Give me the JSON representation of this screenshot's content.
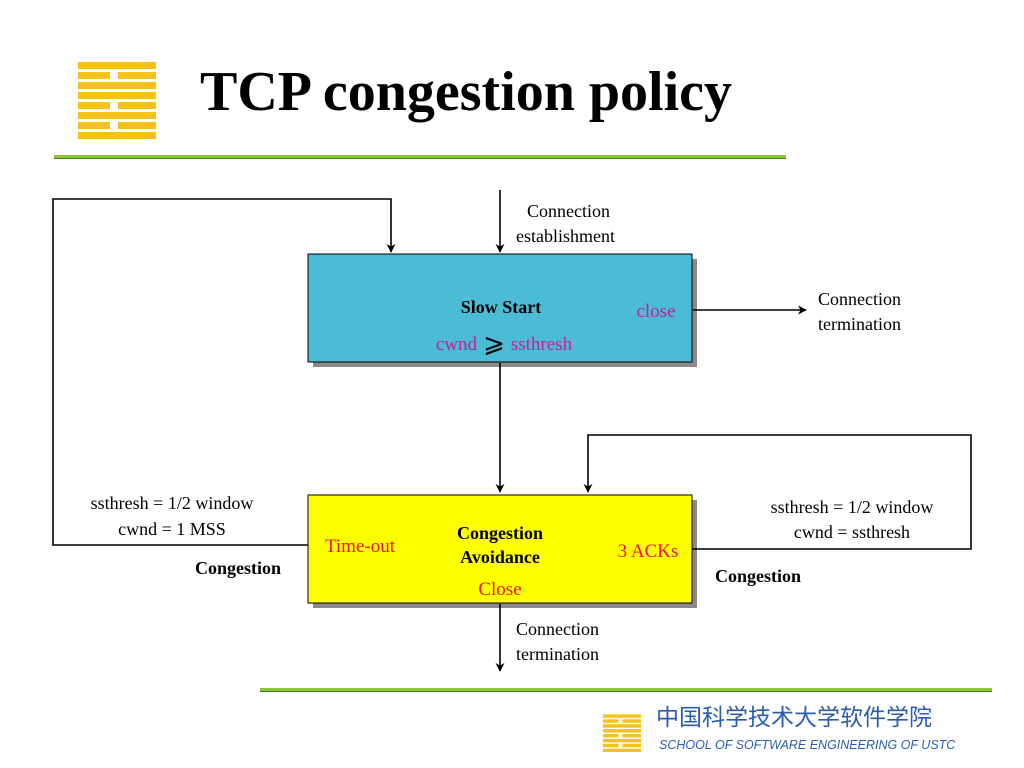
{
  "slide": {
    "title": "TCP congestion policy"
  },
  "footer": {
    "school_cn": "中国科学技术大学软件学院",
    "school_en": "SCHOOL OF SOFTWARE ENGINEERING OF USTC"
  },
  "diagram": {
    "slow_start": {
      "title": "Slow Start",
      "condition_left": "cwnd",
      "condition_symbol": "⩾",
      "condition_right": "ssthresh",
      "close": "close"
    },
    "congestion_avoidance": {
      "title_line1": "Congestion",
      "title_line2": "Avoidance",
      "close": "Close",
      "timeout": "Time-out",
      "acks": "3 ACKs"
    },
    "connection_establishment": {
      "line1": "Connection",
      "line2": "establishment"
    },
    "termination_right": {
      "line1": "Connection",
      "line2": "termination"
    },
    "termination_bottom": {
      "line1": "Connection",
      "line2": "termination"
    },
    "left_loop": {
      "rule1": "ssthresh = 1/2 window",
      "rule2": "cwnd = 1 MSS",
      "event": "Congestion"
    },
    "right_loop": {
      "rule1": "ssthresh = 1/2 window",
      "rule2": "cwnd = ssthresh",
      "event": "Congestion"
    },
    "colors": {
      "slow_start_fill": "#4bbbd6",
      "avoidance_fill": "#ffff00",
      "magenta_text": "#c0209a",
      "red_text": "#ee1133"
    }
  }
}
